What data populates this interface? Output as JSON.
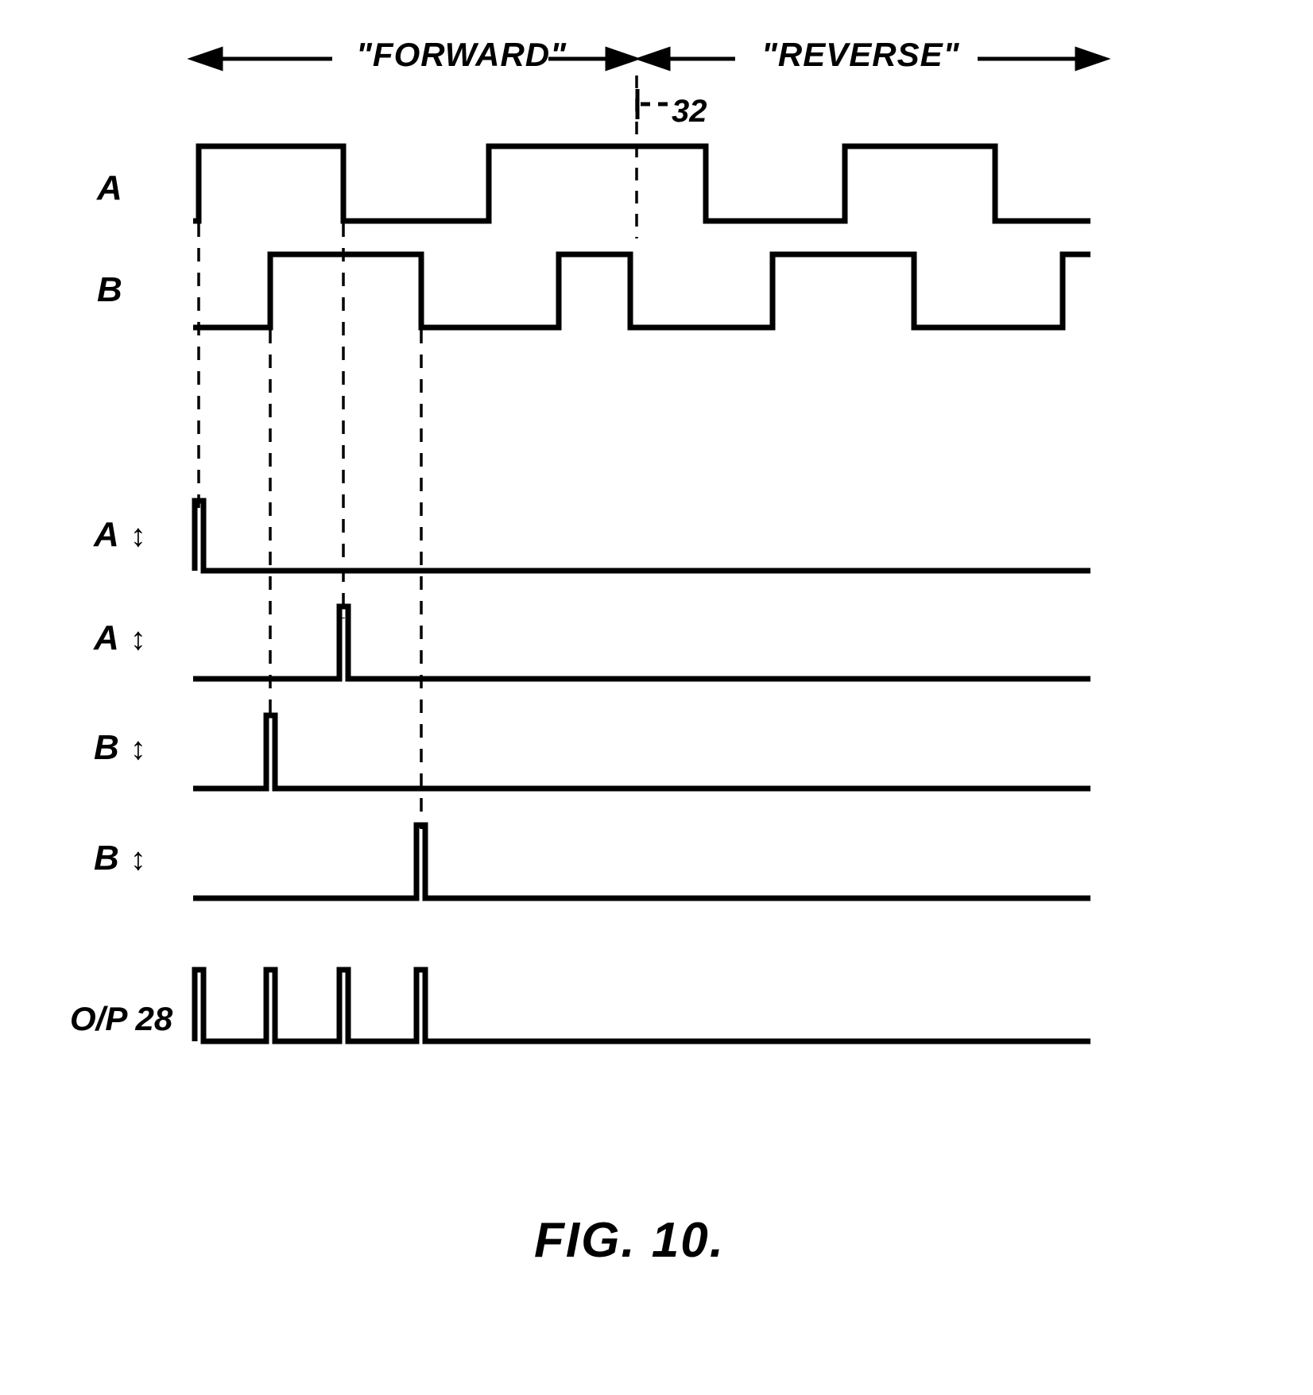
{
  "figure": {
    "caption": "FIG. 10.",
    "header": {
      "forward_label": "\"FORWARD\"",
      "reverse_label": "\"REVERSE\"",
      "reference_number": "32"
    },
    "signal_labels": [
      {
        "id": "a",
        "text": "A",
        "arrow": ""
      },
      {
        "id": "b",
        "text": "B",
        "arrow": ""
      },
      {
        "id": "a-rise",
        "text": "A",
        "arrow": "↕"
      },
      {
        "id": "a-fall",
        "text": "A",
        "arrow": "↕"
      },
      {
        "id": "b-rise",
        "text": "B",
        "arrow": "↕"
      },
      {
        "id": "b-fall",
        "text": "B",
        "arrow": "↕"
      },
      {
        "id": "output",
        "text": "O/P 28",
        "arrow": ""
      }
    ],
    "colors": {
      "ink": "#000000",
      "background": "#ffffff"
    }
  },
  "chart_data": {
    "type": "line",
    "title": "FIG. 10.",
    "subtitle": "Quadrature encoder channel A / channel B waveforms with edge-detect pulses and combined output",
    "xlabel": "",
    "ylabel": "",
    "xlim": [
      240,
      1370
    ],
    "grid": false,
    "legend_position": "left",
    "regions": [
      {
        "name": "\"FORWARD\"",
        "x_start": 240,
        "x_end": 800
      },
      {
        "name": "\"REVERSE\"",
        "x_start": 800,
        "x_end": 1370
      }
    ],
    "annotations": [
      {
        "label": "32",
        "x": 800,
        "type": "boundary-dashed-line",
        "description": "dashed vertical line separating FORWARD and REVERSE regions"
      }
    ],
    "marker_lines_x": [
      250,
      340,
      432,
      530,
      800
    ],
    "series": [
      {
        "name": "A",
        "type": "digital",
        "low": 0,
        "high": 1,
        "start_level": 0,
        "transitions": [
          {
            "x": 250,
            "to": 1
          },
          {
            "x": 432,
            "to": 0
          },
          {
            "x": 615,
            "to": 1
          },
          {
            "x": 888,
            "to": 0
          },
          {
            "x": 1063,
            "to": 1
          },
          {
            "x": 1252,
            "to": 0
          }
        ],
        "end_x": 1370
      },
      {
        "name": "B",
        "type": "digital",
        "low": 0,
        "high": 1,
        "start_level": 0,
        "transitions": [
          {
            "x": 340,
            "to": 1
          },
          {
            "x": 530,
            "to": 0
          },
          {
            "x": 703,
            "to": 1
          },
          {
            "x": 793,
            "to": 0
          },
          {
            "x": 972,
            "to": 1
          },
          {
            "x": 1150,
            "to": 0
          },
          {
            "x": 1337,
            "to": 1
          }
        ],
        "end_x": 1370
      },
      {
        "name": "A↕ (rising-edge pulse)",
        "type": "pulse-train",
        "pulses_x": [
          250
        ],
        "pulse_width": 10,
        "baseline_x_start": 243,
        "end_x": 1370
      },
      {
        "name": "A↕ (falling-edge pulse)",
        "type": "pulse-train",
        "pulses_x": [
          432
        ],
        "pulse_width": 10,
        "baseline_x_start": 243,
        "end_x": 1370
      },
      {
        "name": "B↕ (rising-edge pulse)",
        "type": "pulse-train",
        "pulses_x": [
          340
        ],
        "pulse_width": 10,
        "baseline_x_start": 243,
        "end_x": 1370
      },
      {
        "name": "B↕ (falling-edge pulse)",
        "type": "pulse-train",
        "pulses_x": [
          530
        ],
        "pulse_width": 10,
        "baseline_x_start": 243,
        "end_x": 1370
      },
      {
        "name": "O/P 28",
        "type": "pulse-train",
        "pulses_x": [
          250,
          340,
          432,
          530
        ],
        "pulse_width": 10,
        "baseline_x_start": 243,
        "end_x": 1370
      }
    ]
  }
}
